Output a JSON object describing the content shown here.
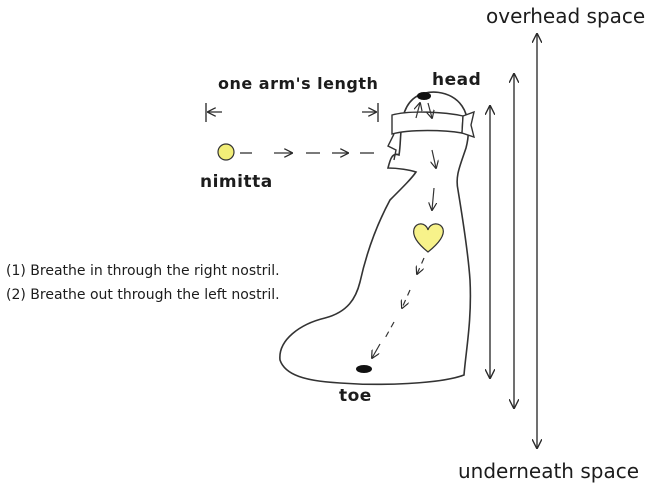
{
  "labels": {
    "overhead": "overhead space",
    "underneath": "underneath space",
    "arm_length": "one arm's length",
    "head": "head",
    "nimitta": "nimitta",
    "toe": "toe"
  },
  "instructions": [
    "(1) Breathe in through the right nostril.",
    "(2) Breathe out through the left nostril."
  ],
  "colors": {
    "ink": "#2a2a2a",
    "heart_fill": "#f7f28a",
    "nimitta_fill": "#f2ee78",
    "dot_fill": "#111111"
  }
}
